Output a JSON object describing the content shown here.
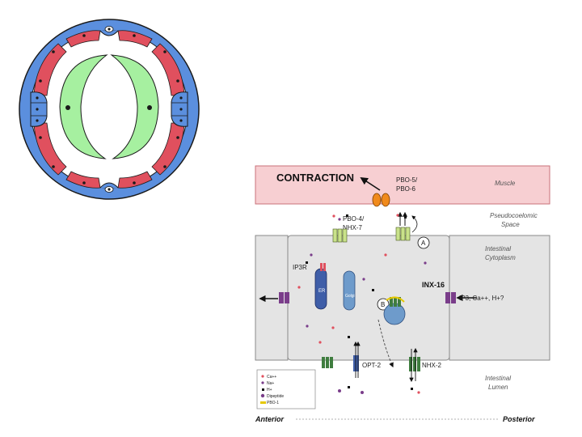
{
  "colors": {
    "muscle": "#f7cfd2",
    "muscle_border": "#c8727a",
    "cell": "#e4e4e4",
    "cell_border": "#8a8a8a",
    "cross_outer_blue": "#5b8fde",
    "cross_red": "#e0505e",
    "cross_green": "#a6f0a0",
    "channel_purple": "#7a3d8a",
    "channel_green": "#3f7d3f",
    "er_blue": "#3f5ea8",
    "lysosome_blue": "#6e9bcb",
    "pbo_orange": "#f08a1c"
  },
  "cross_section": {
    "icons": [
      "nucleus-dot-icon"
    ]
  },
  "pathway": {
    "contraction_label": "CONTRACTION",
    "pbo56_line1": "PBO-5/",
    "pbo56_line2": "PBO-6",
    "pbo4_line1": "PBO-4/",
    "pbo4_line2": "NHX-7",
    "ip3r_label": "IP3R",
    "er_label": "ER",
    "golgi_label": "Golgi",
    "circle_a": "A",
    "circle_b": "B",
    "inx16_label": "INX-16",
    "inx16_ions": "IP3, Ca++, H+?",
    "opt2_label": "OPT-2",
    "nhx2_label": "NHX-2",
    "anterior_label": "Anterior",
    "posterior_label": "Posterior",
    "regions": {
      "muscle": "Muscle",
      "pseudo_1": "Pseudocoelomic",
      "pseudo_2": "Space",
      "cyto_1": "Intestinal",
      "cyto_2": "Cytoplasm",
      "lumen_1": "Intestinal",
      "lumen_2": "Lumen"
    },
    "legend": {
      "ca": "Ca++",
      "na": "Na+",
      "h": "H+",
      "dipeptide": "Dipeptide",
      "pbo1": "PBO-1"
    }
  }
}
